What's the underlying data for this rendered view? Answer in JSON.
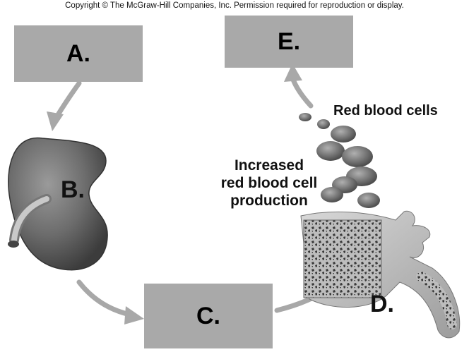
{
  "copyright": "Copyright © The McGraw-Hill Companies, Inc. Permission required for reproduction or display.",
  "boxes": {
    "a": "A.",
    "c": "C.",
    "e": "E."
  },
  "labels": {
    "b": "B.",
    "d": "D.",
    "red_blood_cells": "Red blood cells",
    "increased": [
      "Increased",
      "red blood cell",
      "production"
    ]
  },
  "icons": {
    "kidney": "kidney-icon",
    "bone": "bone-marrow-icon",
    "cells": "red-blood-cell-icon",
    "arrow": "curved-arrow-icon"
  },
  "colors": {
    "box_fill": "#a9a9a9",
    "arrow": "#a8a8a8",
    "kidney": "#6e6e6e"
  }
}
